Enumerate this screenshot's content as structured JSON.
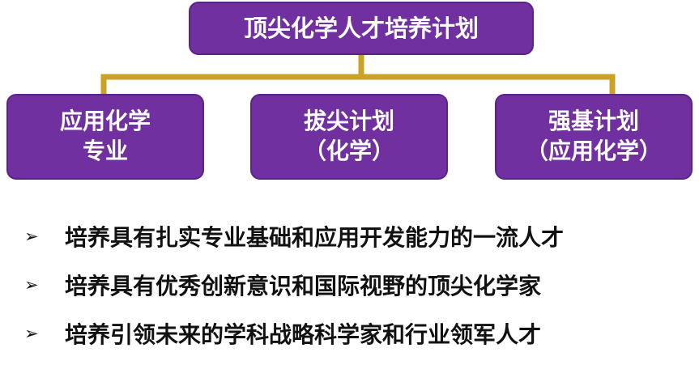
{
  "colors": {
    "box_fill": "#7030a0",
    "connector": "#c9a227",
    "text": "#111111"
  },
  "diagram": {
    "root": {
      "label": "顶尖化学人才培养计划"
    },
    "children": [
      {
        "line1": "应用化学",
        "line2": "专业"
      },
      {
        "line1": "拔尖计划",
        "line2": "（化学）"
      },
      {
        "line1": "强基计划",
        "line2": "（应用化学）"
      }
    ]
  },
  "bullets": {
    "marker": "➢",
    "items": [
      "培养具有扎实专业基础和应用开发能力的一流人才",
      "培养具有优秀创新意识和国际视野的顶尖化学家",
      "培养引领未来的学科战略科学家和行业领军人才"
    ]
  }
}
